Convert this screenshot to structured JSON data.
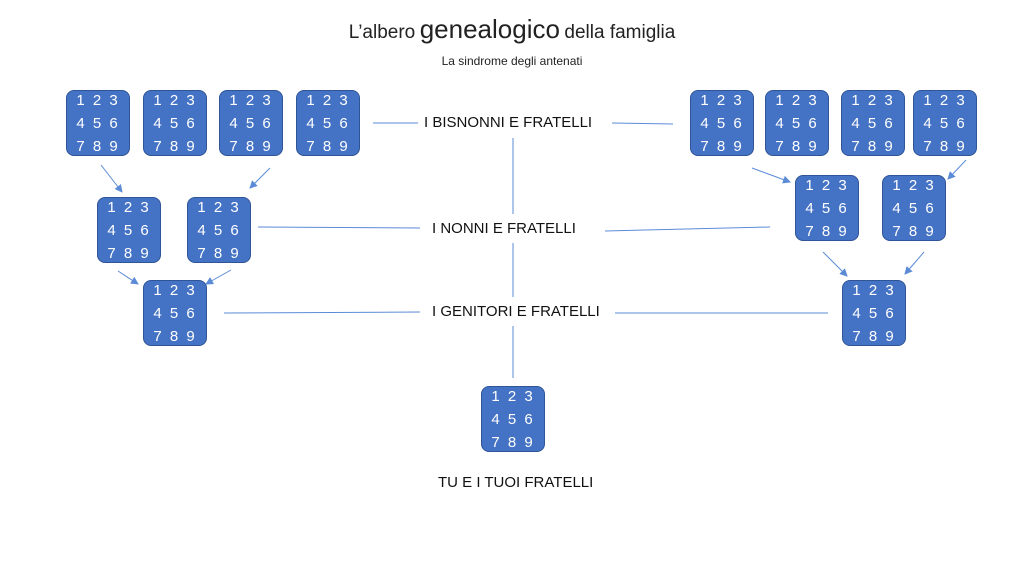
{
  "title": {
    "prefix": "L’albero",
    "main": "genealogico",
    "suffix": "della famiglia"
  },
  "subtitle": "La sindrome degli antenati",
  "box_lines": [
    "1 2 3",
    "4 5 6",
    "7 8 9"
  ],
  "levels": {
    "bisnonni": "I BISNONNI E FRATELLI",
    "nonni": "I NONNI E FRATELLI",
    "genitori": "I GENITORI E FRATELLI",
    "tu": "TU E I TUOI FRATELLI"
  },
  "colors": {
    "box_fill": "#4472c4",
    "box_border": "#2f5597",
    "connector": "#5b8bd6"
  }
}
